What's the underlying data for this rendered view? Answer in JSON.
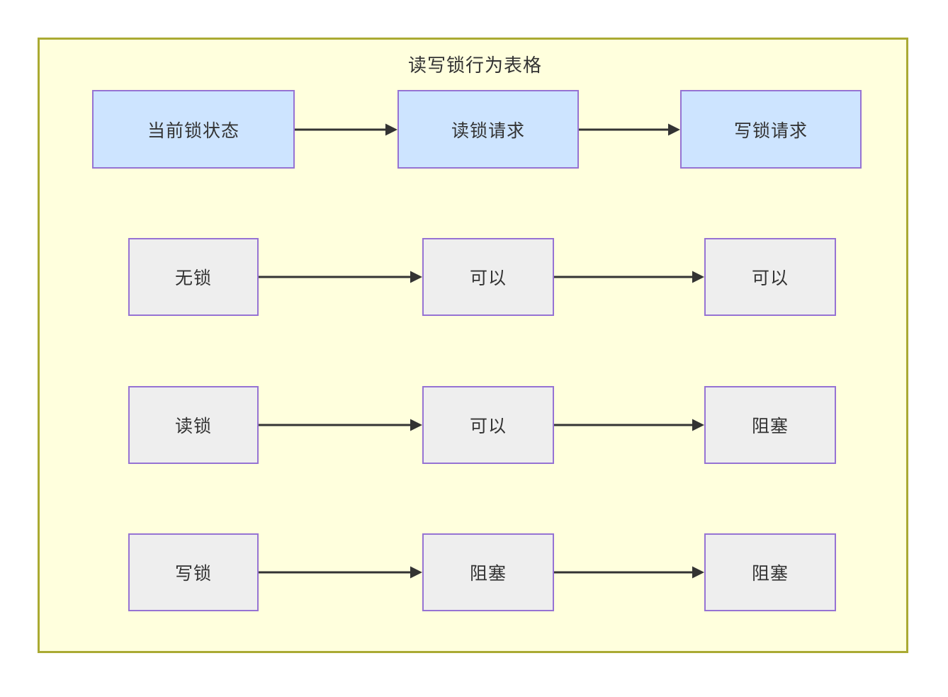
{
  "diagram": {
    "title": "读写锁行为表格",
    "frame_background": "#ffffdd",
    "frame_border_color": "#aaaa33",
    "header_fill": "#cde4ff",
    "cell_fill": "#eeeeee",
    "node_border_color": "#9673d3",
    "arrow_color": "#333333"
  },
  "headers": [
    {
      "label": "当前锁状态",
      "name": "header-current-lock-state"
    },
    {
      "label": "读锁请求",
      "name": "header-read-lock-request"
    },
    {
      "label": "写锁请求",
      "name": "header-write-lock-request"
    }
  ],
  "rows": [
    {
      "row_name": "row-no-lock",
      "cells": [
        {
          "label": "无锁"
        },
        {
          "label": "可以"
        },
        {
          "label": "可以"
        }
      ]
    },
    {
      "row_name": "row-read-lock",
      "cells": [
        {
          "label": "读锁"
        },
        {
          "label": "可以"
        },
        {
          "label": "阻塞"
        }
      ]
    },
    {
      "row_name": "row-write-lock",
      "cells": [
        {
          "label": "写锁"
        },
        {
          "label": "阻塞"
        },
        {
          "label": "阻塞"
        }
      ]
    }
  ],
  "connectors": [
    {
      "name": "arrow-header-1-to-2"
    },
    {
      "name": "arrow-header-2-to-3"
    },
    {
      "name": "arrow-row1-col1-to-col2"
    },
    {
      "name": "arrow-row1-col2-to-col3"
    },
    {
      "name": "arrow-row2-col1-to-col2"
    },
    {
      "name": "arrow-row2-col2-to-col3"
    },
    {
      "name": "arrow-row3-col1-to-col2"
    },
    {
      "name": "arrow-row3-col2-to-col3"
    }
  ]
}
